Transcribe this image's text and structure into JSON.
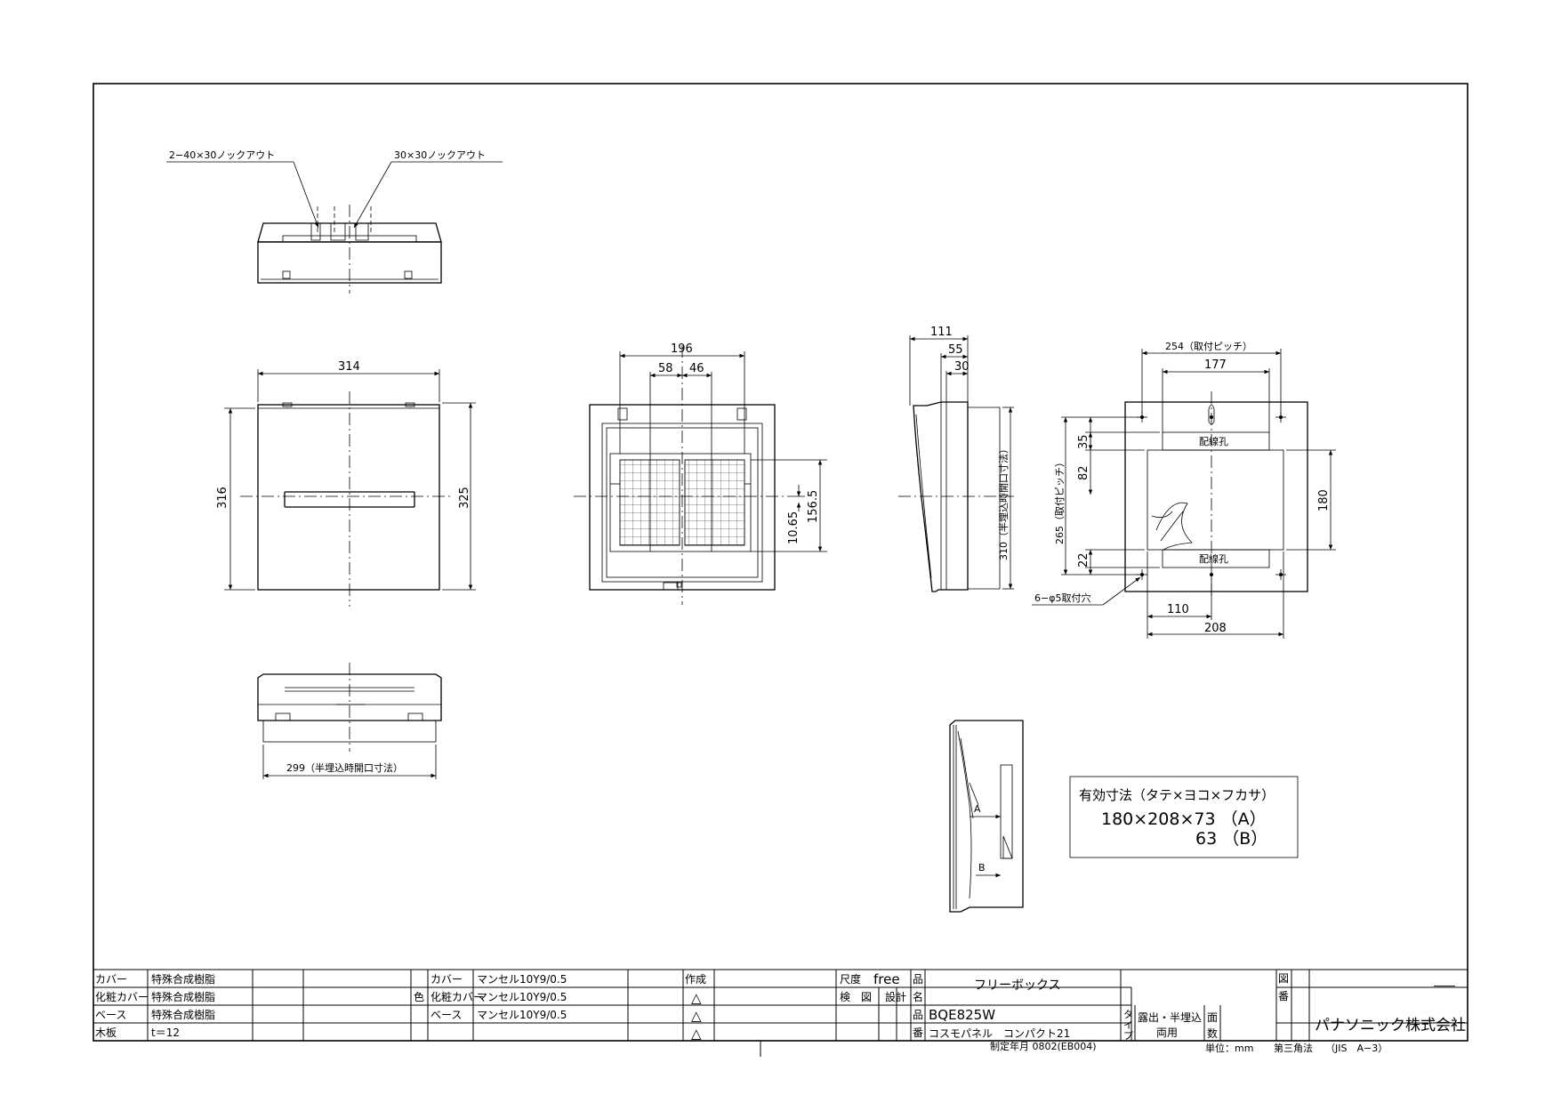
{
  "notes": {
    "knockout_2x": "2−40×30ノックアウト",
    "knockout_1x": "30×30ノックアウト",
    "mount_holes": "6−φ5取付穴",
    "wiring_hole_top": "配線孔",
    "wiring_hole_bottom": "配線孔",
    "open_299": "299（半埋込時開口寸法）",
    "open_310": "310（半埋込時開口寸法）",
    "pitch_254": "254（取付ピッチ）",
    "pitch_265": "265（取付ピッチ）",
    "label_a": "A",
    "label_b": "B"
  },
  "dims": {
    "d314": "314",
    "d316": "316",
    "d325": "325",
    "d196": "196",
    "d58": "58",
    "d46": "46",
    "d156_5": "156.5",
    "d10_65": "10.65",
    "d111": "111",
    "d55": "55",
    "d30": "30",
    "d177": "177",
    "d35": "35",
    "d82": "82",
    "d22": "22",
    "d180": "180",
    "d110": "110",
    "d208": "208"
  },
  "effective": {
    "title": "有効寸法（タテ×ヨコ×フカサ）",
    "line1": "180×208×73 （A）",
    "line2": "63 （B）"
  },
  "title_block": {
    "materials": [
      {
        "part": "カバー",
        "material": "特殊合成樹脂"
      },
      {
        "part": "化粧カバー",
        "material": "特殊合成樹脂"
      },
      {
        "part": "ベース",
        "material": "特殊合成樹脂"
      },
      {
        "part": "木板",
        "material": "t＝12"
      }
    ],
    "color_label": "色",
    "colors": [
      {
        "part": "カバー",
        "color": "マンセル10Y9/0.5"
      },
      {
        "part": "化粧カバー",
        "color": "マンセル10Y9/0.5"
      },
      {
        "part": "ベース",
        "color": "マンセル10Y9/0.5"
      }
    ],
    "created": "作成",
    "revision_mark": "△",
    "scale_label": "尺度",
    "scale_value": "free",
    "check_label": "検　図",
    "design_label": "設計",
    "hinmei_1": "品",
    "hinmei_2": "名",
    "product_name": "フリーボックス",
    "hinban_1": "品",
    "hinban_2": "番",
    "product_code": "BQE825W",
    "product_series": "コスモパネル　コンパクト21",
    "type_label_1": "タ",
    "type_label_2": "イ",
    "type_label_3": "プ",
    "type_value_1": "露出・半埋込",
    "type_value_2": "両用",
    "men_1": "面",
    "men_2": "数",
    "zuban_1": "図",
    "zuban_2": "番",
    "zuban_value": "――",
    "company": "パナソニック株式会社",
    "date_code": "制定年月 0802(EB004)",
    "unit": "単位：mm",
    "projection": "第三角法",
    "standard": "（JIS　A−3）"
  }
}
